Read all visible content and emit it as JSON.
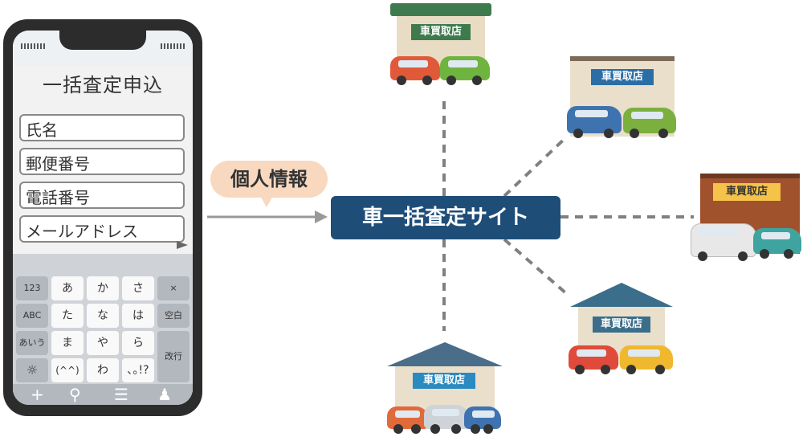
{
  "phone": {
    "form_title": "一括査定申込",
    "fields": [
      "氏名",
      "郵便番号",
      "電話番号",
      "メールアドレス"
    ],
    "keyboard": {
      "rows": [
        [
          "123",
          "あ",
          "か",
          "さ",
          "×"
        ],
        [
          "ABC",
          "た",
          "な",
          "は",
          "空白"
        ],
        [
          "あいう",
          "ま",
          "や",
          "ら",
          "改行"
        ],
        [
          "",
          "(^^)",
          "わ",
          "､｡!?"
        ]
      ]
    },
    "bottom_icons": [
      "plus-icon",
      "search-icon",
      "menu-icon",
      "user-icon"
    ]
  },
  "flow": {
    "bubble_label": "個人情報",
    "site_label": "車一括査定サイト"
  },
  "shops": {
    "sign_label": "車買取店"
  },
  "colors": {
    "site_box": "#1e4d78",
    "bubble": "#f8d9c0",
    "arrow": "#999999",
    "dashed_line": "#808080"
  }
}
